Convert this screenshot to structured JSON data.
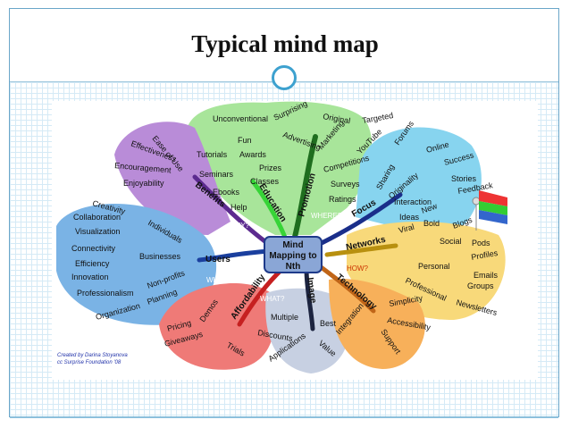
{
  "slide": {
    "title": "Typical mind map"
  },
  "mindmap": {
    "center": [
      "Mind",
      "Mapping to",
      "Nth"
    ],
    "questions": {
      "why": "WHY?",
      "who": "WHO?",
      "where": "WHERE?",
      "what": "WHAT?",
      "how": "HOW?"
    },
    "branches": {
      "benefits": "Benefits",
      "education": "Education",
      "promotion": "Promotion",
      "focus": "Focus",
      "users": "Users",
      "networks": "Networks",
      "affordability": "Affordability",
      "image": "Image",
      "technology": "Technology"
    },
    "benefits_items": [
      "Ease of Use",
      "Effectiveness",
      "Encouragement",
      "Enjoyability"
    ],
    "education_items": [
      "Fun",
      "Tutorials",
      "Seminars",
      "Ebooks",
      "Help"
    ],
    "promotion_items": [
      "Unconventional",
      "Surprising",
      "Advertising",
      "Awards",
      "Prizes",
      "Classes",
      "Original",
      "Marketing",
      "Targeted",
      "YouTube",
      "Competitions",
      "Surveys",
      "Ratings"
    ],
    "focus_items": [
      "Forums",
      "Online",
      "Sharing",
      "Success",
      "Originality",
      "Stories",
      "Interaction",
      "Feedback",
      "New",
      "Ideas",
      "Bold",
      "Viral",
      "Blogs"
    ],
    "users_items": [
      "Creativity",
      "Individuals",
      "Collaboration",
      "Visualization",
      "Connectivity",
      "Businesses",
      "Efficiency",
      "Innovation",
      "Non-profits",
      "Professionalism",
      "Planning",
      "Organization"
    ],
    "networks_items": [
      "Social",
      "Pods",
      "Profiles",
      "Personal",
      "Emails",
      "Groups",
      "Professional",
      "Newsletters"
    ],
    "affordability_items": [
      "Demos",
      "Pricing",
      "Discounts",
      "Giveaways",
      "Trials"
    ],
    "image_items": [
      "Multiple",
      "Best",
      "Applications",
      "Value"
    ],
    "technology_items": [
      "Simplicity",
      "Integration",
      "Accessibility",
      "Support"
    ],
    "credit": [
      "Created by Darina Stoyanova",
      "cc Surprise Foundation '08"
    ]
  }
}
